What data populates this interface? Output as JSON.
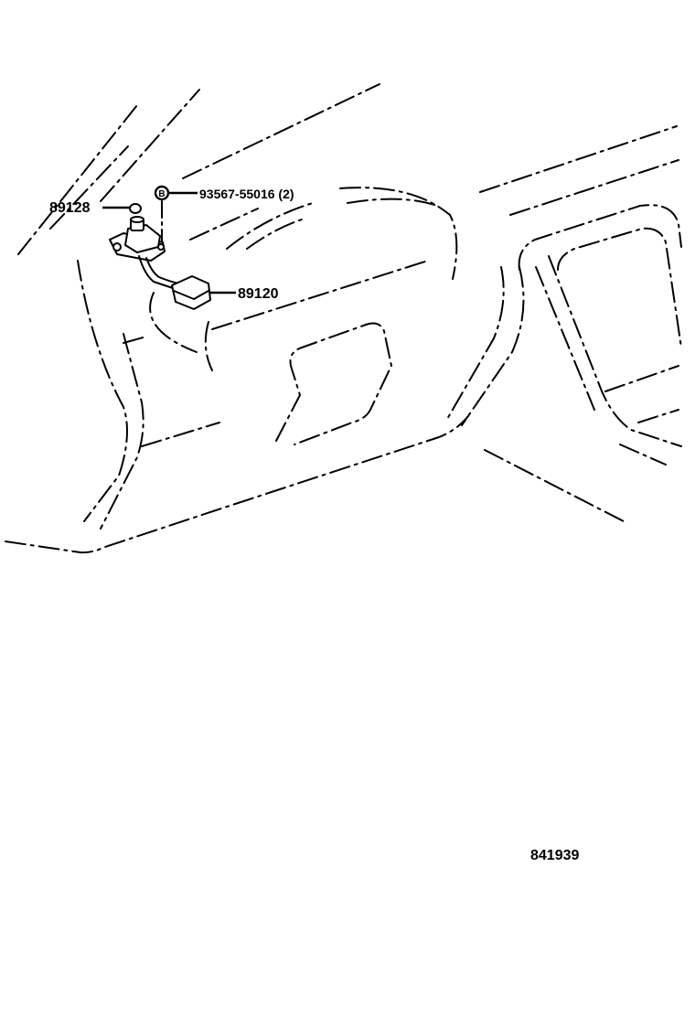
{
  "callouts": {
    "part_89128": "89128",
    "part_bolt": "93567-55016 (2)",
    "part_89120": "89120"
  },
  "illustration_number": "841939",
  "icons": {
    "bolt": "bolt-symbol-icon"
  }
}
